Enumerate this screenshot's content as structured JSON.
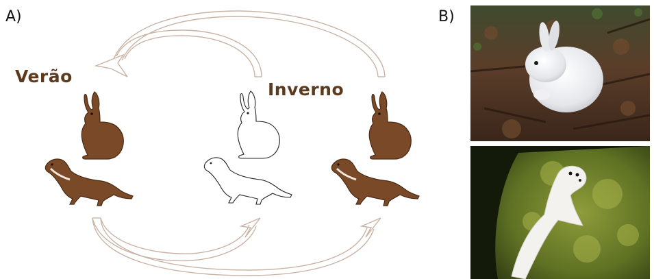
{
  "panels": {
    "a_label": "A)",
    "b_label": "B)"
  },
  "seasons": {
    "summer": "Verão",
    "winter": "Inverno"
  },
  "colors": {
    "summer_fur": "#7a4a28",
    "summer_fur_dark": "#5a3318",
    "winter_outline": "#222222",
    "arrow": "#c9b3a5",
    "label": "#5b3a1e"
  },
  "icons": {
    "hare": "hare-icon",
    "stoat": "stoat-icon",
    "arrow": "curved-arrow-icon"
  }
}
